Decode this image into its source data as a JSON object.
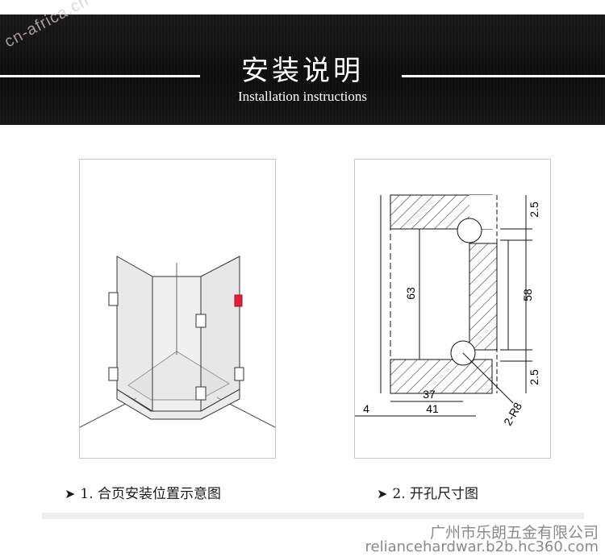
{
  "header": {
    "title": "安装说明",
    "subtitle": "Installation instructions",
    "watermark": "cn-africa.cn"
  },
  "figures": [
    {
      "caption_arrow": "➤",
      "caption": "1. 合页安装位置示意图"
    },
    {
      "caption_arrow": "➤",
      "caption": "2. 开孔尺寸图",
      "dimensions": {
        "top_gap": "2.5",
        "bottom_gap": "2.5",
        "height_outer": "63",
        "height_inner": "58",
        "width_37": "37",
        "width_41": "41",
        "offset_4": "4",
        "radius": "2-R8"
      }
    }
  ],
  "footer": {
    "company": "广州市乐朗五金有限公司",
    "site": "reliancehardwar.b2b.hc360.com"
  },
  "colors": {
    "header_bg": "#121212",
    "accent_red": "#e0203a",
    "text_gray": "#8a8a8a"
  }
}
